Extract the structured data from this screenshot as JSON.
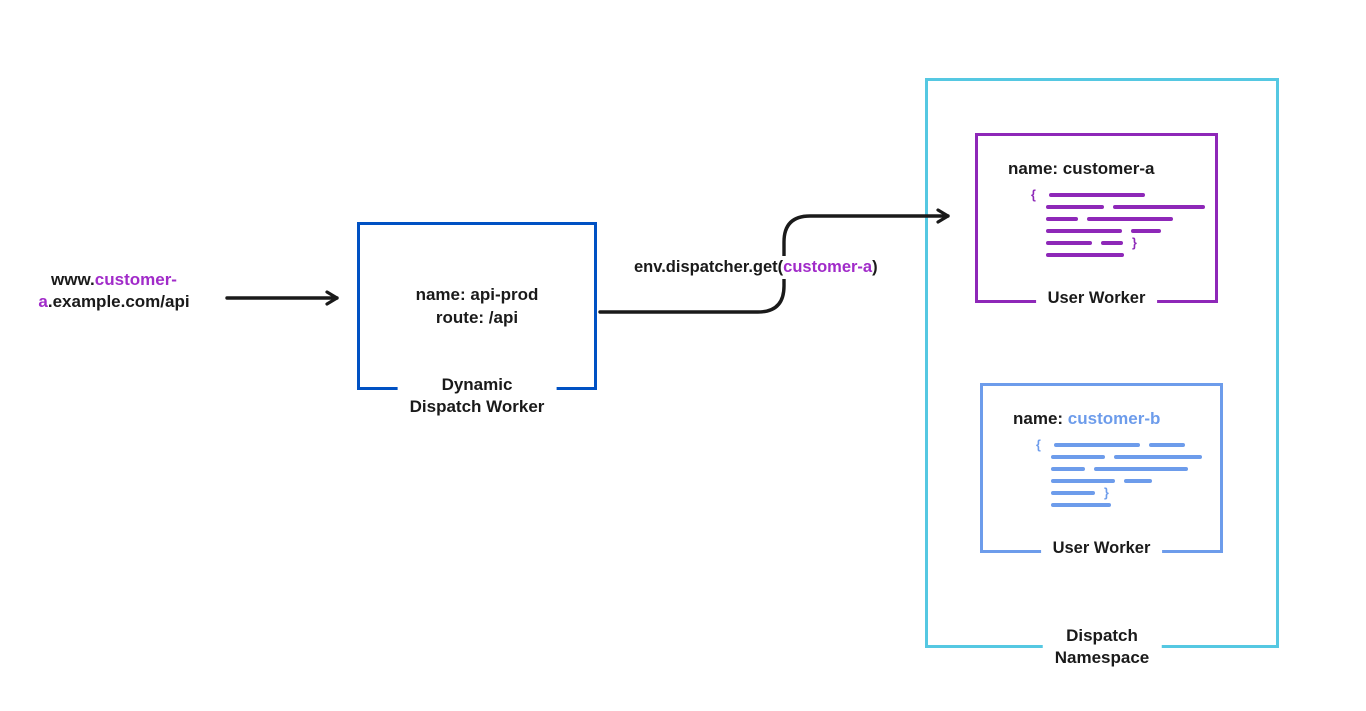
{
  "colors": {
    "arrow_black": "#1A1A1A",
    "dispatch_worker_blue": "#0051C3",
    "user_worker_purple": "#8E28B8",
    "text_purple": "#A12BC9",
    "user_worker_light_blue": "#6D9CEB",
    "namespace_cyan": "#55C8E2"
  },
  "request_url": {
    "www": "www.",
    "customer_line1": "customer-",
    "customer_line2": "a",
    "rest": ".example.com/api"
  },
  "dispatch_worker": {
    "name_line": "name: api-prod",
    "route_line": "route: /api",
    "label_line1": "Dynamic",
    "label_line2": "Dispatch Worker"
  },
  "dispatcher_call": {
    "prefix": "env.dispatcher.get(",
    "argument": "customer-a",
    "suffix": ")"
  },
  "worker_a": {
    "name": "name: customer-a",
    "label": "User Worker"
  },
  "worker_b": {
    "name_prefix": "name: ",
    "name_value": "customer-b",
    "label": "User Worker"
  },
  "namespace": {
    "label_line1": "Dispatch",
    "label_line2": "Namespace"
  },
  "code_glyphs": {
    "open": "{",
    "close": "}"
  }
}
